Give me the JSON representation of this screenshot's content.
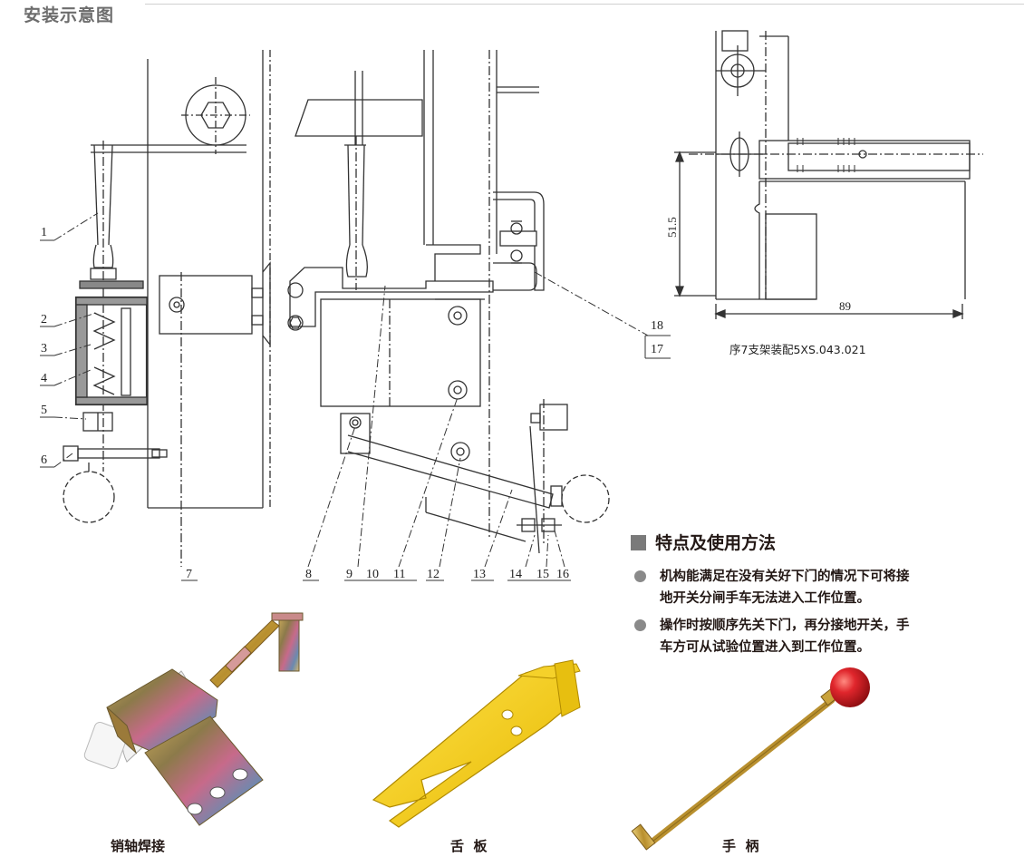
{
  "page": {
    "title": "安装示意图"
  },
  "drawing": {
    "callouts": [
      "1",
      "2",
      "3",
      "4",
      "5",
      "6",
      "7",
      "8",
      "9",
      "10",
      "11",
      "12",
      "13",
      "14",
      "15",
      "16",
      "17",
      "18"
    ],
    "dimensions": {
      "height": "51.5",
      "width": "89"
    },
    "caption": "序7支架装配5XS.043.021"
  },
  "features": {
    "heading": "特点及使用方法",
    "items": [
      {
        "line1": "机构能满足在没有关好下门的情况下可将接",
        "line2": "地开关分闸手车无法进入工作位置。"
      },
      {
        "line1": "操作时按顺序先关下门，再分接地开关，手",
        "line2": "车方可从试验位置进入到工作位置。"
      }
    ]
  },
  "photos": [
    {
      "caption": "销轴焊接"
    },
    {
      "caption": "舌  板"
    },
    {
      "caption": "手  柄"
    }
  ],
  "colors": {
    "line": "#333333",
    "plate_yellow": "#f0c800",
    "handle_ball": "#d9262c",
    "rod_brass": "#c9a23a",
    "bracket_metal": "#b89a4a"
  }
}
